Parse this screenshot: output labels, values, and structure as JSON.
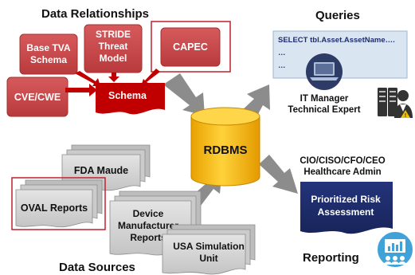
{
  "headings": {
    "data_relationships": "Data Relationships",
    "queries": "Queries",
    "data_sources": "Data Sources",
    "reporting": "Reporting"
  },
  "relationship_boxes": {
    "base_tva": [
      "Base TVA",
      "Schema"
    ],
    "stride": [
      "STRIDE",
      "Threat",
      "Model"
    ],
    "capec": "CAPEC",
    "cve": "CVE/CWE"
  },
  "schema_label": "Schema",
  "rdbms_label": "RDBMS",
  "query_screen": {
    "lines": [
      "SELECT tbl.Asset.AssetName….",
      "…",
      "…"
    ]
  },
  "query_roles": [
    "IT Manager",
    "Technical Expert"
  ],
  "data_sources": {
    "fda": "FDA Maude",
    "oval": "OVAL Reports",
    "device": [
      "Device",
      "Manufacturer",
      "Reports"
    ],
    "usa": [
      "USA Simulation",
      "Unit"
    ]
  },
  "report_roles": [
    "CIO/CISO/CFO/CEO",
    "Healthcare Admin"
  ],
  "report_doc": [
    "Prioritized Risk",
    "Assessment"
  ],
  "colors": {
    "red_box": "#c8484a",
    "schema_red": "#c00000",
    "highlight_frame": "#c0202a",
    "cylinder": "#f5b800",
    "arrow_gray": "#8c8c8c",
    "doc_gray": "#cfcfcf",
    "navy": "#1f2d6e",
    "screen_blue": "#d9e6f2",
    "report_icon_blue": "#3fa2d9"
  },
  "icons": [
    "laptop-icon",
    "server-icon",
    "technician-person-icon",
    "report-dashboard-icon",
    "database-icon"
  ]
}
